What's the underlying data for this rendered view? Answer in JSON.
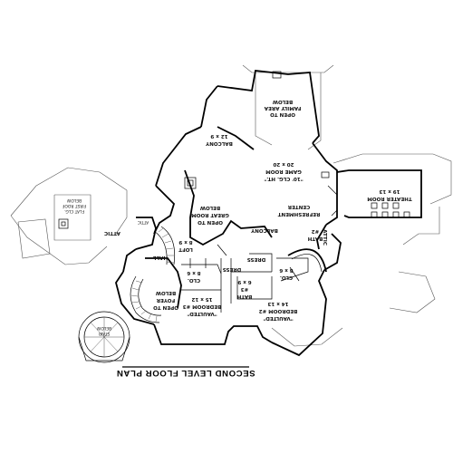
{
  "title": "SECOND LEVEL FLOOR PLAN",
  "rooms": {
    "open_family": {
      "line1": "OPEN TO",
      "line2": "FAMILY AREA",
      "line3": "BELOW"
    },
    "balcony_top": {
      "line1": "BALCONY",
      "line2": "12 x 9"
    },
    "game_room": {
      "line1": "\"10' CLG. HT.\"",
      "line2": "GAME ROOM",
      "line3": "20 x 20"
    },
    "theater": {
      "line1": "THEATER ROOM",
      "line2": "19 x 13"
    },
    "refreshment": {
      "line1": "REFRESHMENT",
      "line2": "CENTER"
    },
    "open_great": {
      "line1": "OPEN TO",
      "line2": "GREAT ROOM",
      "line3": "BELOW"
    },
    "balcony_mid": {
      "line1": "BALCONY"
    },
    "attic_left": {
      "line1": "ATTIC"
    },
    "attic_right": {
      "line1": "ATTIC"
    },
    "loft": {
      "line1": "LOFT",
      "line2": "8 x 9"
    },
    "hall": {
      "line1": "HALL"
    },
    "dress_1": {
      "line1": "DRESS"
    },
    "dress_2": {
      "line1": "DRESS"
    },
    "clo_left": {
      "line1": "CLO.",
      "line2": "8 x 6"
    },
    "clo_right": {
      "line1": "CLO.",
      "line2": "8 x 6"
    },
    "open_foyer": {
      "line1": "OPEN TO",
      "line2": "FOYER",
      "line3": "BELOW"
    },
    "bedroom3": {
      "line1": "\"VAULTED\"",
      "line2": "BEDROOM #3",
      "line3": "15 x 12"
    },
    "bath": {
      "line1": "BATH",
      "line2": "#3",
      "line3": "6 x 9"
    },
    "bedroom2": {
      "line1": "\"VAULTED\"",
      "line2": "BEDROOM #2",
      "line3": "14 x 13"
    },
    "bath2": {
      "line1": "BATH",
      "line2": "#2"
    },
    "clg_left": {
      "line1": "FLAT CLG.",
      "line2": "FIRST ROOF",
      "line3": "BELOW"
    },
    "stair": {
      "line1": "STAIR",
      "line2": "BELOW"
    }
  }
}
